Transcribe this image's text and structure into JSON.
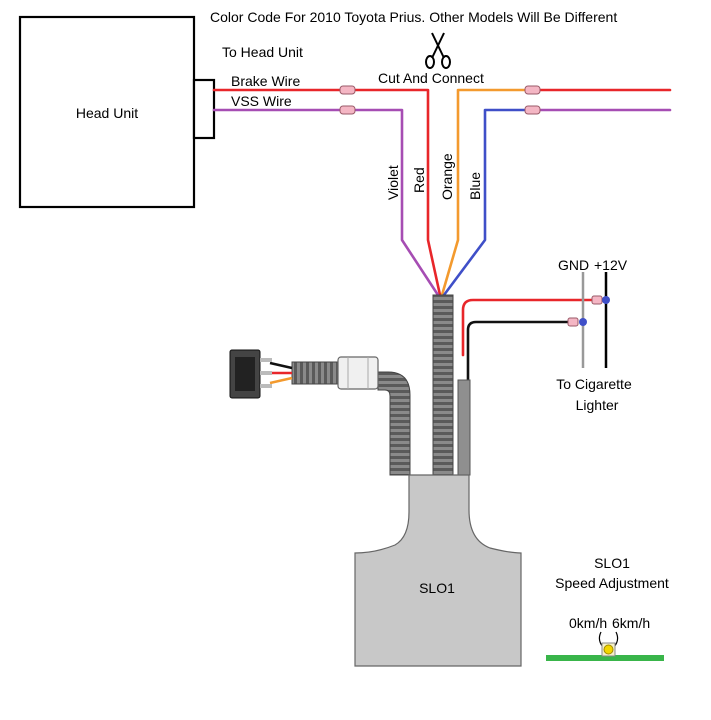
{
  "title": "Color Code For 2010 Toyota Prius. Other Models Will Be Different",
  "head_unit": {
    "box_label": "Head Unit",
    "to_label": "To Head Unit",
    "brake_wire_label": "Brake Wire",
    "vss_wire_label": "VSS Wire"
  },
  "cut_label": "Cut And Connect",
  "wire_colors": {
    "violet": "Violet",
    "red": "Red",
    "orange": "Orange",
    "blue": "Blue"
  },
  "power": {
    "gnd_label": "GND",
    "v12_label": "+12V",
    "lighter_line1": "To Cigarette",
    "lighter_line2": "Lighter"
  },
  "module_label": "SLO1",
  "speed_adjust": {
    "title_line1": "SLO1",
    "title_line2": "Speed Adjustment",
    "min_label": "0km/h",
    "max_label": "6km/h"
  },
  "colors": {
    "red": "#e8262a",
    "violet": "#a64db3",
    "orange": "#f39a2e",
    "blue": "#3f4fc8",
    "module_gray": "#c8c8c8",
    "green_board": "#39b54a",
    "connector_pink": "#f4b6c4"
  }
}
